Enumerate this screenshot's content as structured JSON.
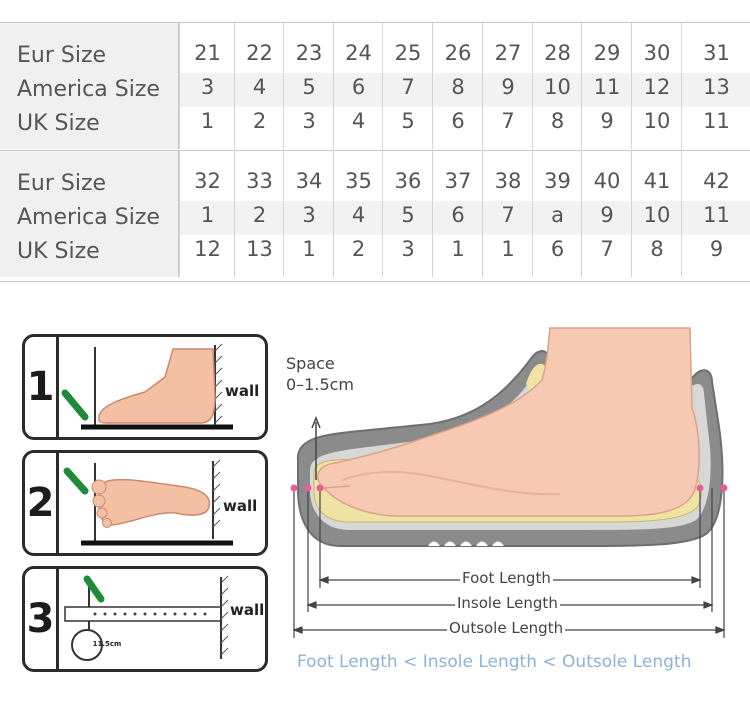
{
  "size_table": {
    "row_labels": [
      "Eur Size",
      "America Size",
      "UK Size"
    ],
    "block_1": {
      "eur": [
        "21",
        "22",
        "23",
        "24",
        "25",
        "26",
        "27",
        "28",
        "29",
        "30",
        "31"
      ],
      "america": [
        "3",
        "4",
        "5",
        "6",
        "7",
        "8",
        "9",
        "10",
        "11",
        "12",
        "13"
      ],
      "uk": [
        "1",
        "2",
        "3",
        "4",
        "5",
        "6",
        "7",
        "8",
        "9",
        "10",
        "11"
      ]
    },
    "block_2": {
      "eur": [
        "32",
        "33",
        "34",
        "35",
        "36",
        "37",
        "38",
        "39",
        "40",
        "41",
        "42"
      ],
      "america": [
        "1",
        "2",
        "3",
        "4",
        "5",
        "6",
        "7",
        "a",
        "9",
        "10",
        "11"
      ],
      "uk": [
        "12",
        "13",
        "1",
        "2",
        "3",
        "1",
        "1",
        "6",
        "7",
        "8",
        "9"
      ]
    }
  },
  "steps": [
    {
      "number": "1",
      "wall": "wall"
    },
    {
      "number": "2",
      "wall": "wall"
    },
    {
      "number": "3",
      "wall": "wall",
      "ruler_badge": "11.5cm"
    }
  ],
  "diagram": {
    "space_label": "Space",
    "space_range": "0–1.5cm",
    "foot_length": "Foot Length",
    "insole_length": "Insole Length",
    "outsole_length": "Outsole Length",
    "formula": "Foot Length < Insole Length < Outsole Length"
  },
  "colors": {
    "grid": "#c9c9c9",
    "label_bg": "#f0f0f0",
    "skin": "#f7c9b3",
    "sole_gray": "#8a8a8a",
    "insole_yellow": "#efe3a4",
    "marker_pink": "#e85c9b",
    "pen_green": "#1f8a3a",
    "formula_blue": "#8db3d6"
  }
}
